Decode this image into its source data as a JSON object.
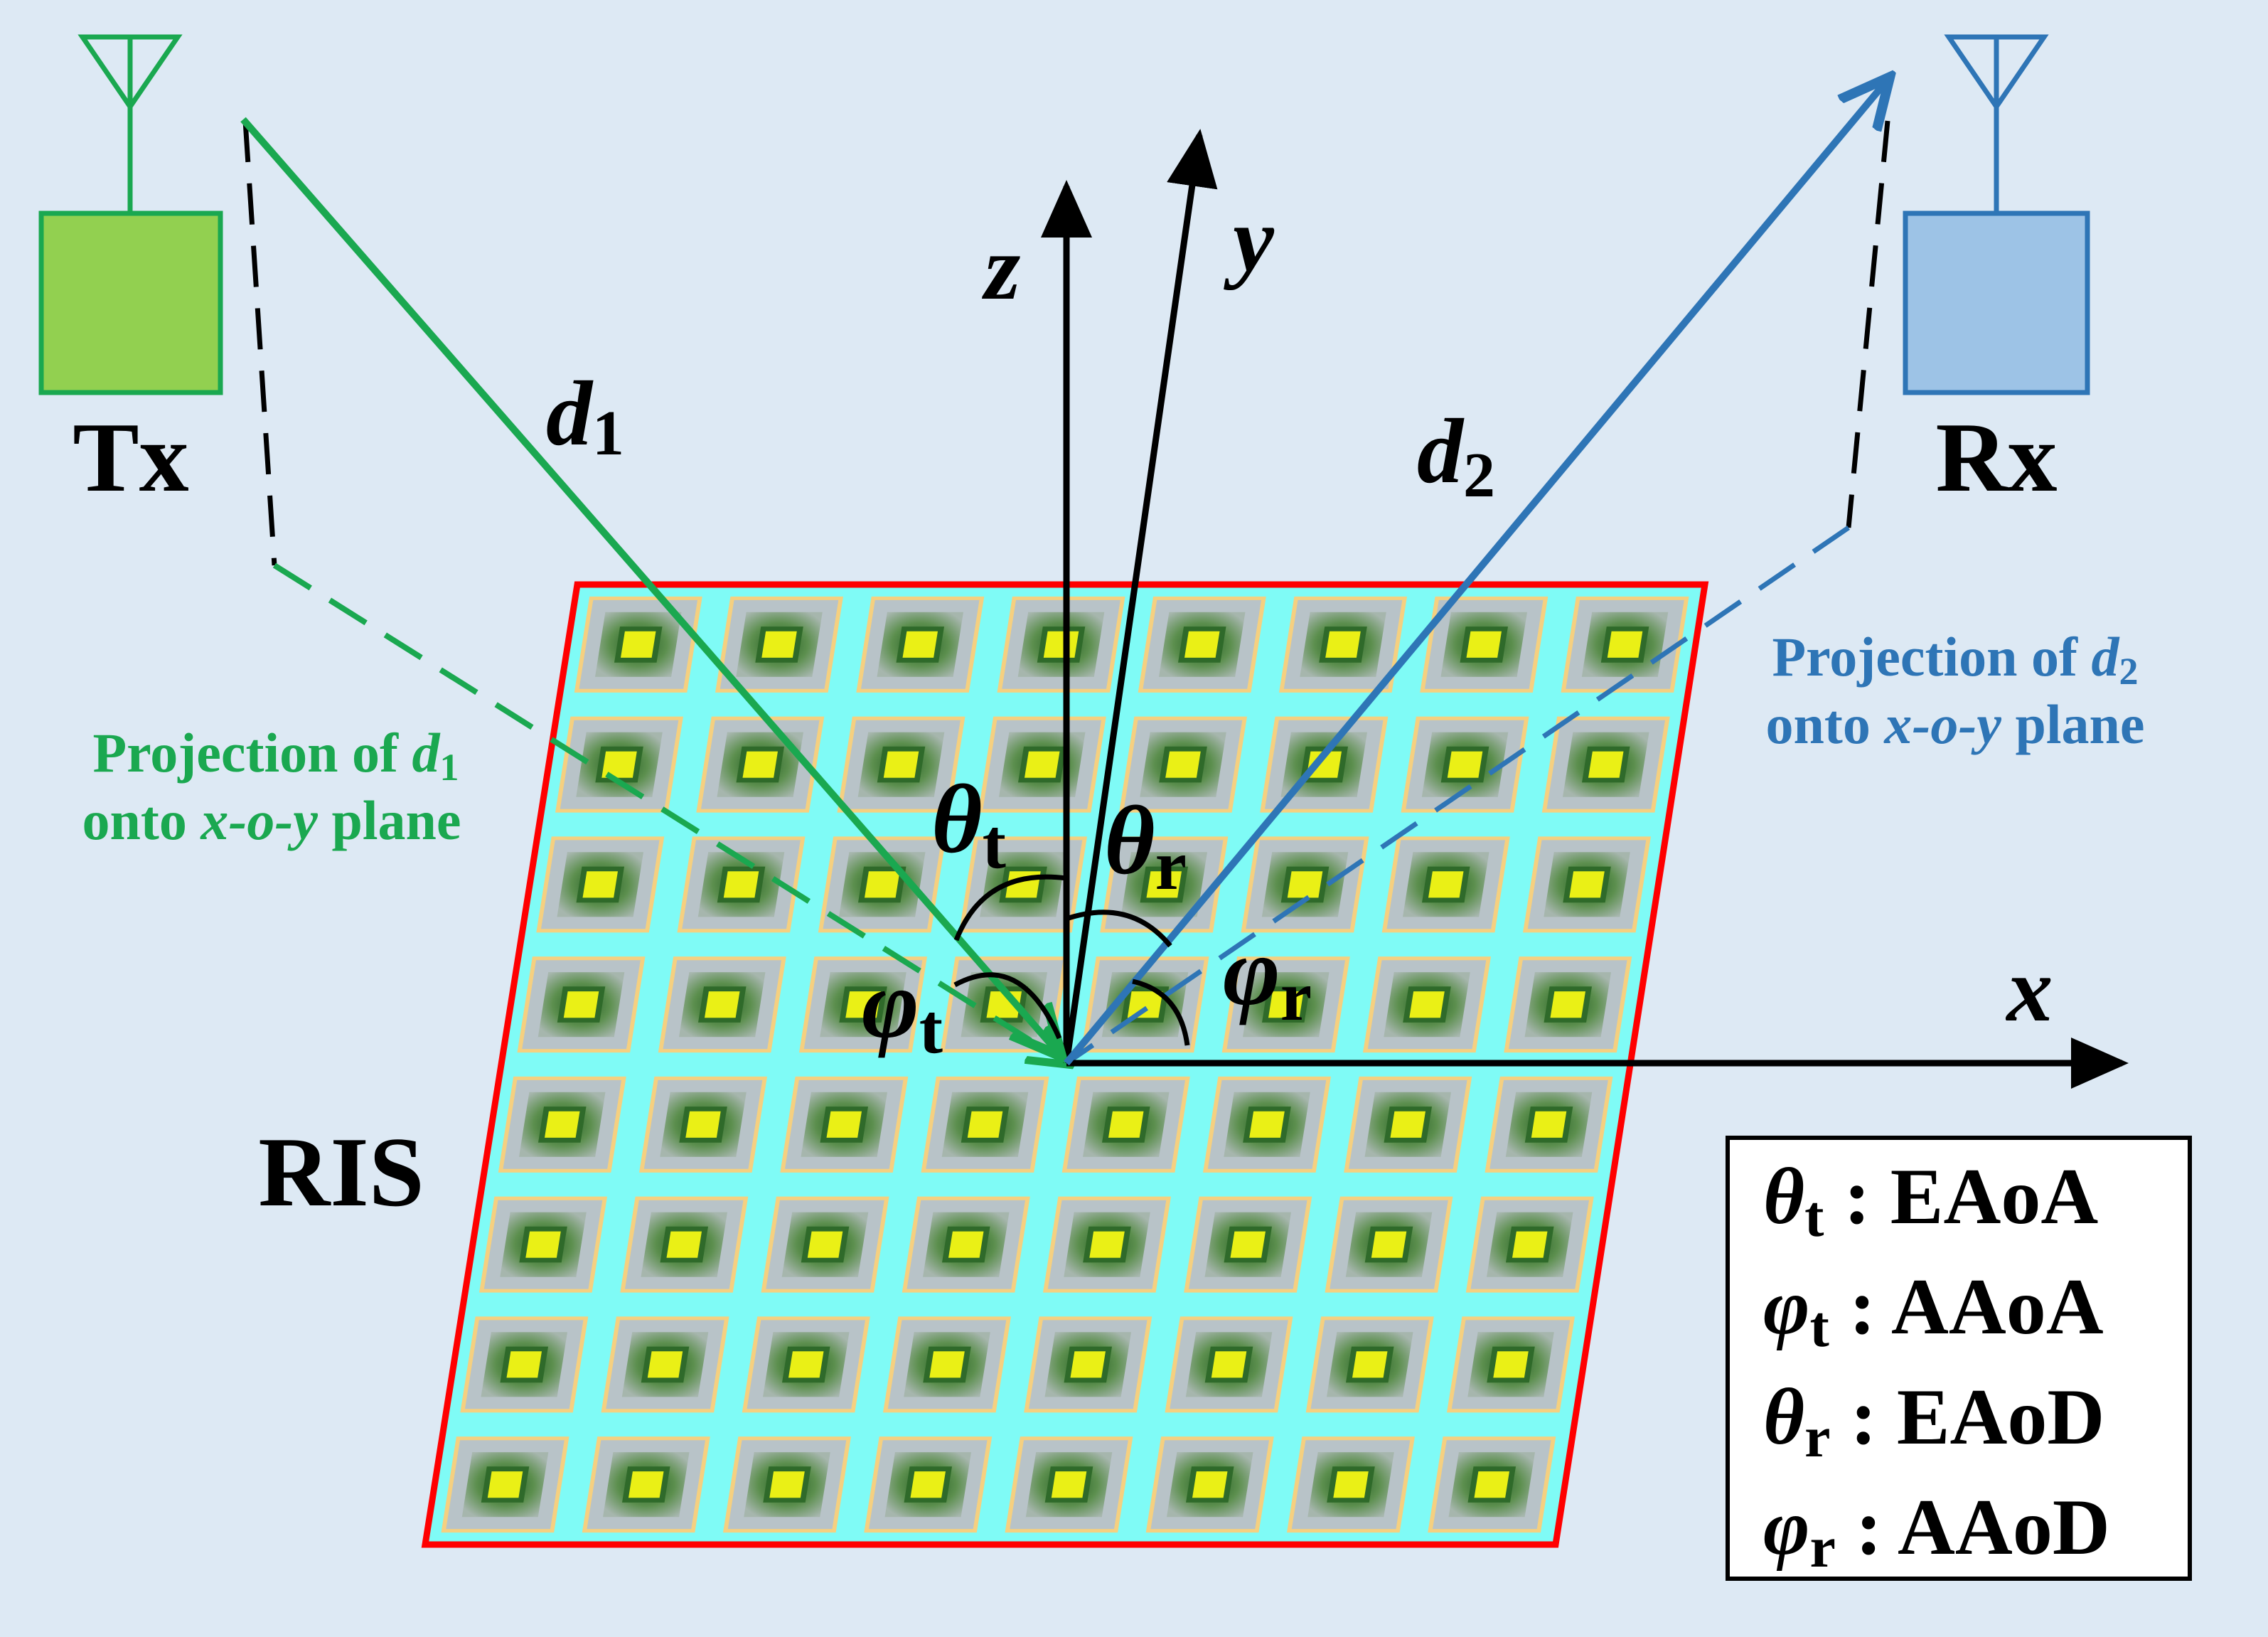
{
  "colors": {
    "background": "#dde9f4",
    "tx_green": "#1aa850",
    "tx_fill": "#92d050",
    "rx_blue": "#2e75b6",
    "rx_fill": "#9dc3e6",
    "ris_fill": "#7ffbf6",
    "ris_border": "#ff0000",
    "element_outer": "#b8c3c8",
    "element_frame": "#f5d080",
    "element_inner": "#2f6a2a",
    "element_core": "#eaf016",
    "axis": "#000000"
  },
  "labels": {
    "tx": "Tx",
    "rx": "Rx",
    "ris": "RIS",
    "axis_x": "x",
    "axis_y": "y",
    "axis_z": "z",
    "d1_base": "d",
    "d1_sub": "1",
    "d2_base": "d",
    "d2_sub": "2",
    "theta": "θ",
    "phi": "φ",
    "sub_t": "t",
    "sub_r": "r"
  },
  "projection_tx": {
    "line1_prefix": "Projection of ",
    "line1_var": "d",
    "line1_sub": "1",
    "line2_prefix": "onto ",
    "line2_var": "x-o-y",
    "line2_suffix": " plane"
  },
  "projection_rx": {
    "line1_prefix": "Projection of ",
    "line1_var": "d",
    "line1_sub": "2",
    "line2_prefix": "onto ",
    "line2_var": "x-o-y",
    "line2_suffix": " plane"
  },
  "legend": [
    {
      "symbol": "θ",
      "sub": "t",
      "sep": " : ",
      "meaning": "EAoA"
    },
    {
      "symbol": "φ",
      "sub": "t",
      "sep": " : ",
      "meaning": "AAoA"
    },
    {
      "symbol": "θ",
      "sub": "r",
      "sep": " : ",
      "meaning": "EAoD"
    },
    {
      "symbol": "φ",
      "sub": "r",
      "sep": " : ",
      "meaning": "AAoD"
    }
  ],
  "ris_grid": {
    "rows": 8,
    "cols": 8
  }
}
